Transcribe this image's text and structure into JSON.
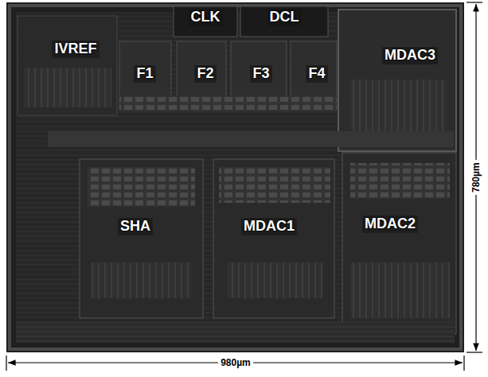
{
  "diagram": {
    "nodes": [
      {
        "text": [
          "IVREF"
        ]
      },
      {
        "text": [
          "CLK"
        ]
      },
      {
        "text": [
          "DCL"
        ]
      },
      {
        "text": [
          "F1"
        ]
      },
      {
        "text": [
          "F2"
        ]
      },
      {
        "text": [
          "F3"
        ]
      },
      {
        "text": [
          "F4"
        ]
      },
      {
        "text": [
          "MDAC3"
        ]
      },
      {
        "text": [
          "SHA"
        ]
      },
      {
        "text": [
          "MDAC1"
        ]
      },
      {
        "text": [
          "MDAC2"
        ]
      }
    ],
    "labels": [
      "780µm",
      "980µm"
    ]
  }
}
